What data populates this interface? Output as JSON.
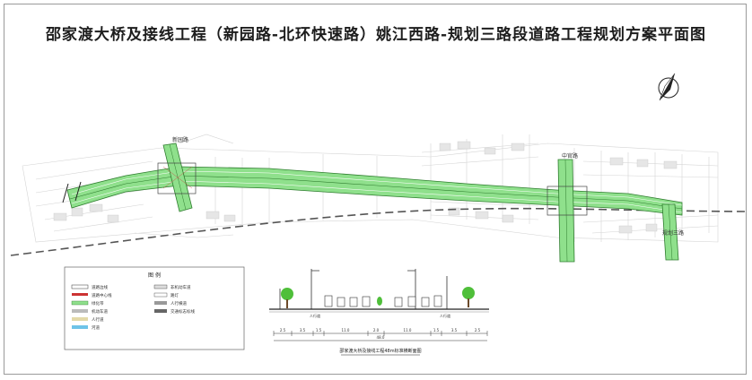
{
  "title": "邵家渡大桥及接线工程（新园路-北环快速路）姚江西路-规划三路段道路工程规划方案平面图",
  "map_labels": {
    "road_left": "新园路",
    "road_right": "中官路",
    "road_right2": "规划三路"
  },
  "legend": {
    "title": "图 例",
    "items": [
      "道路边线",
      "道路中心线",
      "绿化带",
      "机动车道",
      "人行道",
      "河道"
    ],
    "items_right": [
      "非机动车道",
      "路灯",
      "人行横道",
      "交通标志标线"
    ]
  },
  "cross_section": {
    "caption": "邵家渡大桥及接线工程48m标准横断面图",
    "left_label": "人行道",
    "right_label": "人行道",
    "dimensions": [
      "2.5",
      "3.5",
      "1.5",
      "11.0",
      "2.0",
      "11.0",
      "1.5",
      "3.5",
      "2.5"
    ],
    "total": "48.0"
  },
  "colors": {
    "road_green": "#8fe08c",
    "road_edge": "#2f7d2f",
    "grid": "#d8d8d8",
    "dashline": "#555555"
  }
}
